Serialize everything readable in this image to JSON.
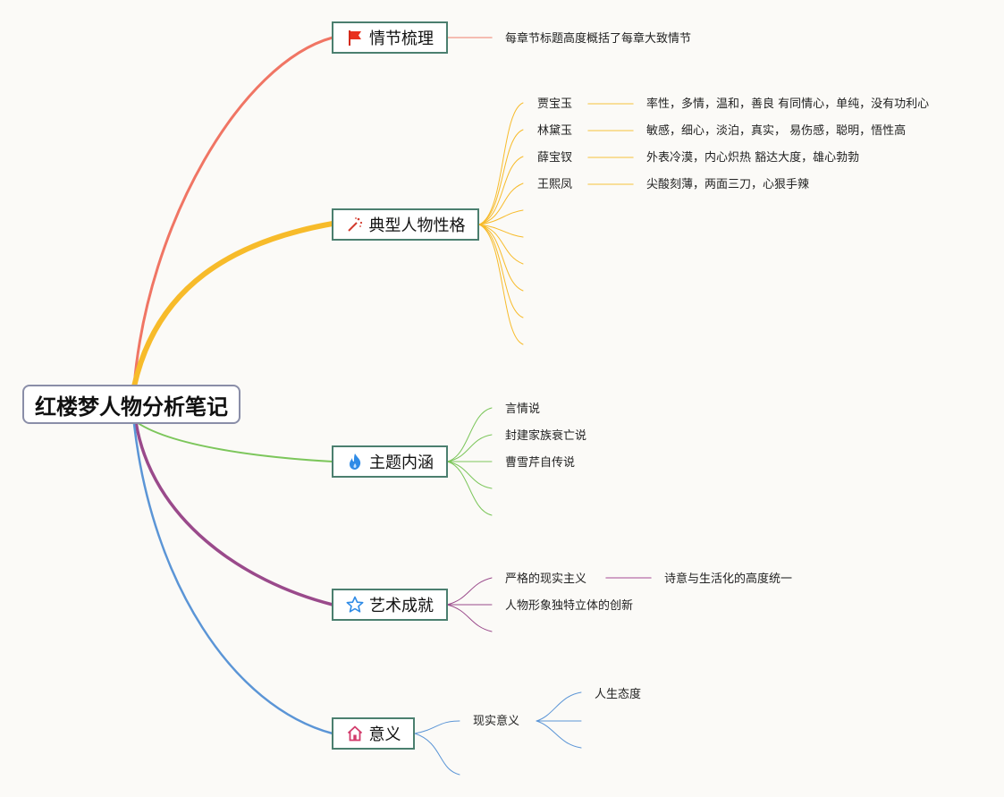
{
  "root": {
    "label": "红楼梦人物分析笔记"
  },
  "branches": [
    {
      "label": "情节梳理",
      "icon": "red-flag-icon",
      "color": "#f07564",
      "children": [
        {
          "label": "每章节标题高度概括了每章大致情节"
        }
      ]
    },
    {
      "label": "典型人物性格",
      "icon": "magic-wand-icon",
      "color": "#f7bb2a",
      "children": [
        {
          "name": "贾宝玉",
          "trait": "率性，多情，温和，善良 有同情心，单纯，没有功利心"
        },
        {
          "name": "林黛玉",
          "trait": "敏感，细心，淡泊，真实， 易伤感，聪明，悟性高"
        },
        {
          "name": "薛宝钗",
          "trait": "外表冷漠，内心炽热 豁达大度，雄心勃勃"
        },
        {
          "name": "王熙凤",
          "trait": "尖酸刻薄，两面三刀，心狠手辣"
        }
      ]
    },
    {
      "label": "主题内涵",
      "icon": "flame-icon",
      "color": "#7cc65b",
      "children": [
        {
          "label": "言情说"
        },
        {
          "label": "封建家族衰亡说"
        },
        {
          "label": "曹雪芹自传说"
        }
      ]
    },
    {
      "label": "艺术成就",
      "icon": "star-icon",
      "color": "#9a4a8b",
      "children": [
        {
          "label": "严格的现实主义",
          "detail": "诗意与生活化的高度统一"
        },
        {
          "label": "人物形象独特立体的创新"
        }
      ]
    },
    {
      "label": "意义",
      "icon": "home-icon",
      "color": "#5b95d6",
      "children": [
        {
          "label": "现实意义",
          "children": [
            {
              "label": "人生态度"
            }
          ]
        }
      ]
    }
  ]
}
